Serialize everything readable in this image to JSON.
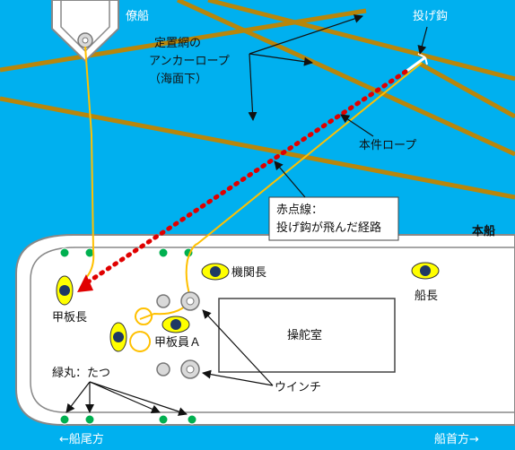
{
  "labels": {
    "other_ship": "僚船",
    "grapnel": "投げ鈎",
    "anchor_rope_line1": "定置網の",
    "anchor_rope_line2": "アンカーロープ",
    "anchor_rope_line3": "（海面下）",
    "this_rope": "本件ロープ",
    "path_line1": "赤点線：",
    "path_line2": "投げ鈎が飛んだ経路",
    "main_ship": "本船",
    "chief_engineer": "機関長",
    "boatswain": "甲板長",
    "deckhand_a": "甲板員Ａ",
    "captain": "船長",
    "wheelhouse": "操舵室",
    "bitts": "緑丸：たつ",
    "winch": "ウインチ",
    "stern": "←船尾方",
    "bow": "船首方→"
  },
  "colors": {
    "sea": "#00b0ef",
    "rope_brown": "#b8860b",
    "line_yellow": "#ffc000",
    "path_red": "#e00000",
    "bitt_green": "#00b050",
    "person_yellow": "#ffff00",
    "person_navy": "#1f3864",
    "winch_gray": "#d9d9d9"
  },
  "icons": {
    "person": "person-top-view-icon",
    "bitt": "bitt-icon",
    "winch": "winch-icon",
    "grapnel": "grapnel-icon"
  }
}
